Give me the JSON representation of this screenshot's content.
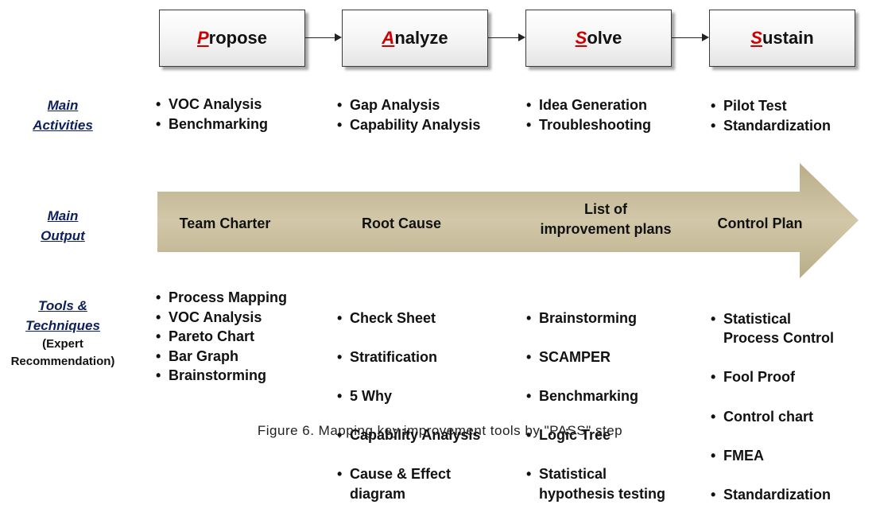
{
  "steps": [
    {
      "initial": "P",
      "rest": "ropose"
    },
    {
      "initial": "A",
      "rest": "nalyze"
    },
    {
      "initial": "S",
      "rest": "olve"
    },
    {
      "initial": "S",
      "rest": "ustain"
    }
  ],
  "rows": {
    "main_activities": {
      "line1": "Main",
      "line2": "Activities"
    },
    "main_output": {
      "line1": "Main",
      "line2": "Output"
    },
    "tools": {
      "line1": "Tools &",
      "line2": "Techniques",
      "line3": "(Expert",
      "line4": "Recommendation)"
    }
  },
  "activities": [
    [
      "VOC Analysis",
      "Benchmarking"
    ],
    [
      "Gap Analysis",
      "Capability Analysis"
    ],
    [
      "Idea Generation",
      "Troubleshooting"
    ],
    [
      "Pilot Test",
      "Standardization"
    ]
  ],
  "outputs": [
    "Team Charter",
    "Root Cause",
    "List of\nimprovement plans",
    "Control Plan"
  ],
  "tools": [
    [
      "Process Mapping",
      "VOC Analysis",
      "Pareto Chart",
      "Bar Graph",
      "Brainstorming"
    ],
    [
      "Check Sheet",
      "Stratification",
      "5 Why",
      "Capability Analysis",
      "Cause & Effect\ndiagram"
    ],
    [
      "Brainstorming",
      "SCAMPER",
      "Benchmarking",
      "Logic Tree",
      "Statistical\nhypothesis testing"
    ],
    [
      "Statistical\nProcess Control",
      "Fool Proof",
      "Control chart",
      "FMEA",
      "Standardization"
    ]
  ],
  "colors": {
    "arrow_fill": "#c8bd9d",
    "initial_letter": "#cc0000",
    "row_label": "#0d1f5c"
  },
  "caption": "Figure 6. Mapping key improvement tools by \"PASS\" step"
}
